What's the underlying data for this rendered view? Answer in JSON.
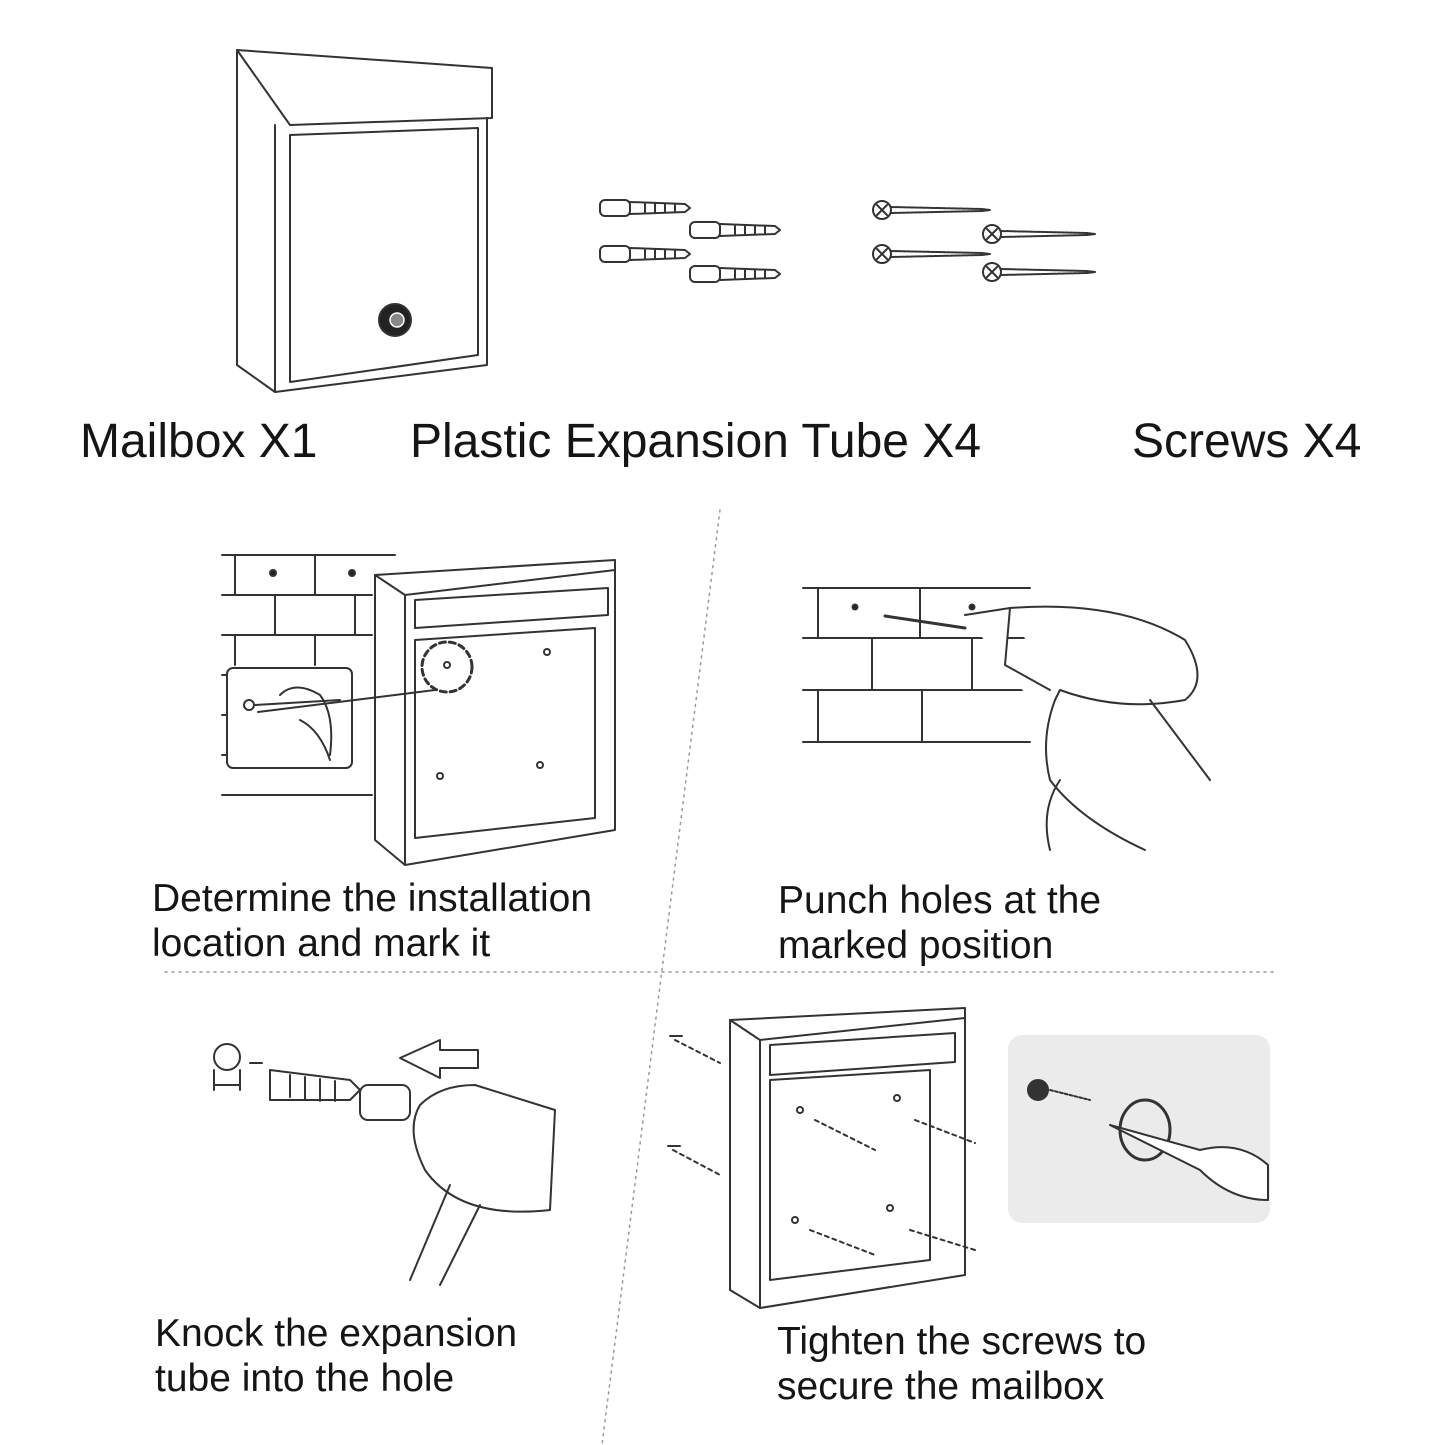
{
  "parts": [
    {
      "label": "Mailbox X1",
      "icon": "mailbox-icon"
    },
    {
      "label": "Plastic Expansion Tube X4",
      "icon": "expansion-tube-icon"
    },
    {
      "label": "Screws X4",
      "icon": "screw-icon"
    }
  ],
  "steps": [
    {
      "line1": "Determine the installation",
      "line2": "location and mark it",
      "icon": "mark-wall-icon"
    },
    {
      "line1": "Punch holes at the",
      "line2": "marked position",
      "icon": "drill-icon"
    },
    {
      "line1": "Knock the expansion",
      "line2": "tube into the hole",
      "icon": "hammer-icon"
    },
    {
      "line1": "Tighten the screws to",
      "line2": "secure the mailbox",
      "icon": "screwdriver-icon"
    }
  ]
}
